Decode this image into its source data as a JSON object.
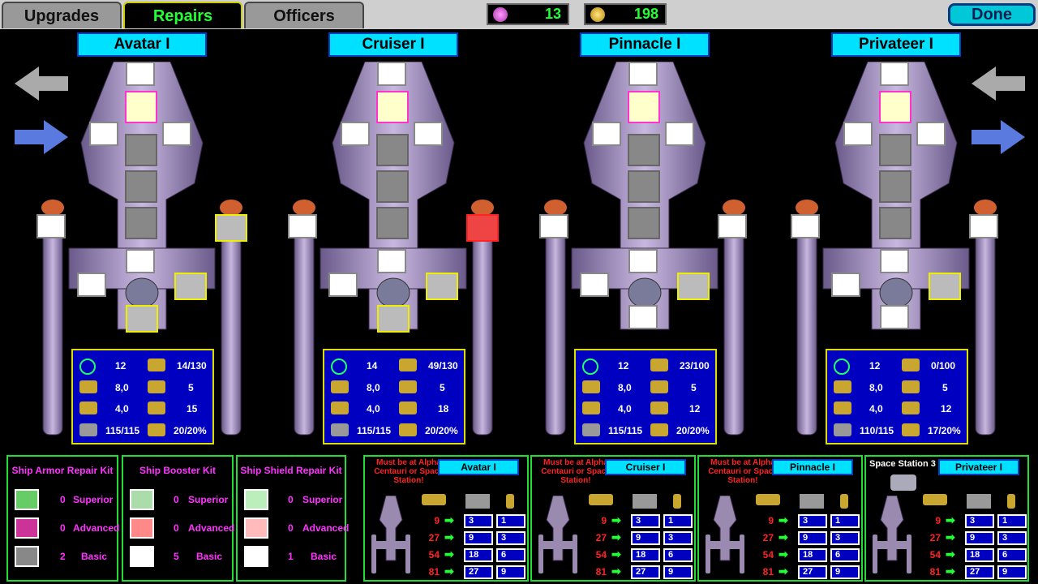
{
  "tabs": [
    {
      "label": "Upgrades",
      "active": false
    },
    {
      "label": "Repairs",
      "active": true
    },
    {
      "label": "Officers",
      "active": false
    }
  ],
  "resources": {
    "gems": {
      "value": "13",
      "icon": "gem-icon"
    },
    "medals": {
      "value": "198",
      "icon": "medal-icon"
    }
  },
  "done_label": "Done",
  "ships": [
    {
      "name": "Avatar I",
      "stats": {
        "shield": "12",
        "ammo": "14/130",
        "speed": "8,0",
        "grid": "5",
        "power": "4,0",
        "missiles": "15",
        "armor": "115/115",
        "fuel": "20/20%"
      },
      "weapon_slot": "yellow"
    },
    {
      "name": "Cruiser I",
      "stats": {
        "shield": "14",
        "ammo": "49/130",
        "speed": "8,0",
        "grid": "5",
        "power": "4,0",
        "missiles": "18",
        "armor": "115/115",
        "fuel": "20/20%"
      },
      "weapon_slot": "red"
    },
    {
      "name": "Pinnacle I",
      "stats": {
        "shield": "12",
        "ammo": "23/100",
        "speed": "8,0",
        "grid": "5",
        "power": "4,0",
        "missiles": "12",
        "armor": "115/115",
        "fuel": "20/20%"
      },
      "weapon_slot": "none"
    },
    {
      "name": "Privateer I",
      "stats": {
        "shield": "12",
        "ammo": "0/100",
        "speed": "8,0",
        "grid": "5",
        "power": "4,0",
        "missiles": "12",
        "armor": "110/115",
        "fuel": "17/20%"
      },
      "weapon_slot": "none"
    }
  ],
  "kits": [
    {
      "title": "Ship Armor Repair Kit",
      "rows": [
        {
          "count": "0",
          "level": "Superior",
          "color": "#66cc66"
        },
        {
          "count": "0",
          "level": "Advanced",
          "color": "#cc3399"
        },
        {
          "count": "2",
          "level": "Basic",
          "color": "#888888"
        }
      ]
    },
    {
      "title": "Ship Booster Kit",
      "rows": [
        {
          "count": "0",
          "level": "Superior",
          "color": "#aaddaa"
        },
        {
          "count": "0",
          "level": "Advanced",
          "color": "#ff8888"
        },
        {
          "count": "5",
          "level": "Basic",
          "color": "#ffffff"
        }
      ]
    },
    {
      "title": "Ship Shield Repair Kit",
      "rows": [
        {
          "count": "0",
          "level": "Superior",
          "color": "#bbeebb"
        },
        {
          "count": "0",
          "level": "Advanced",
          "color": "#ffbbbb"
        },
        {
          "count": "1",
          "level": "Basic",
          "color": "#ffffff"
        }
      ]
    }
  ],
  "repair_panels": [
    {
      "warning": "Must be at Alpha Centauri or Space Station!",
      "ship": "Avatar I",
      "station": false,
      "rows": [
        {
          "cost": "9",
          "armor": "3",
          "fuel": "1"
        },
        {
          "cost": "27",
          "armor": "9",
          "fuel": "3"
        },
        {
          "cost": "54",
          "armor": "18",
          "fuel": "6"
        },
        {
          "cost": "81",
          "armor": "27",
          "fuel": "9"
        }
      ]
    },
    {
      "warning": "Must be at Alpha Centauri or Space Station!",
      "ship": "Cruiser I",
      "station": false,
      "rows": [
        {
          "cost": "9",
          "armor": "3",
          "fuel": "1"
        },
        {
          "cost": "27",
          "armor": "9",
          "fuel": "3"
        },
        {
          "cost": "54",
          "armor": "18",
          "fuel": "6"
        },
        {
          "cost": "81",
          "armor": "27",
          "fuel": "9"
        }
      ]
    },
    {
      "warning": "Must be at Alpha Centauri or Space Station!",
      "ship": "Pinnacle I",
      "station": false,
      "rows": [
        {
          "cost": "9",
          "armor": "3",
          "fuel": "1"
        },
        {
          "cost": "27",
          "armor": "9",
          "fuel": "3"
        },
        {
          "cost": "54",
          "armor": "18",
          "fuel": "6"
        },
        {
          "cost": "81",
          "armor": "27",
          "fuel": "9"
        }
      ]
    },
    {
      "warning": "Space Station 3",
      "ship": "Privateer I",
      "station": true,
      "rows": [
        {
          "cost": "9",
          "armor": "3",
          "fuel": "1"
        },
        {
          "cost": "27",
          "armor": "9",
          "fuel": "3"
        },
        {
          "cost": "54",
          "armor": "18",
          "fuel": "6"
        },
        {
          "cost": "81",
          "armor": "27",
          "fuel": "9"
        }
      ]
    }
  ],
  "colors": {
    "accent_green": "#22ff33",
    "cyan": "#00e0ff",
    "stat_blue": "#0000c0",
    "magenta": "#ff33ff",
    "red": "#ff2222"
  }
}
